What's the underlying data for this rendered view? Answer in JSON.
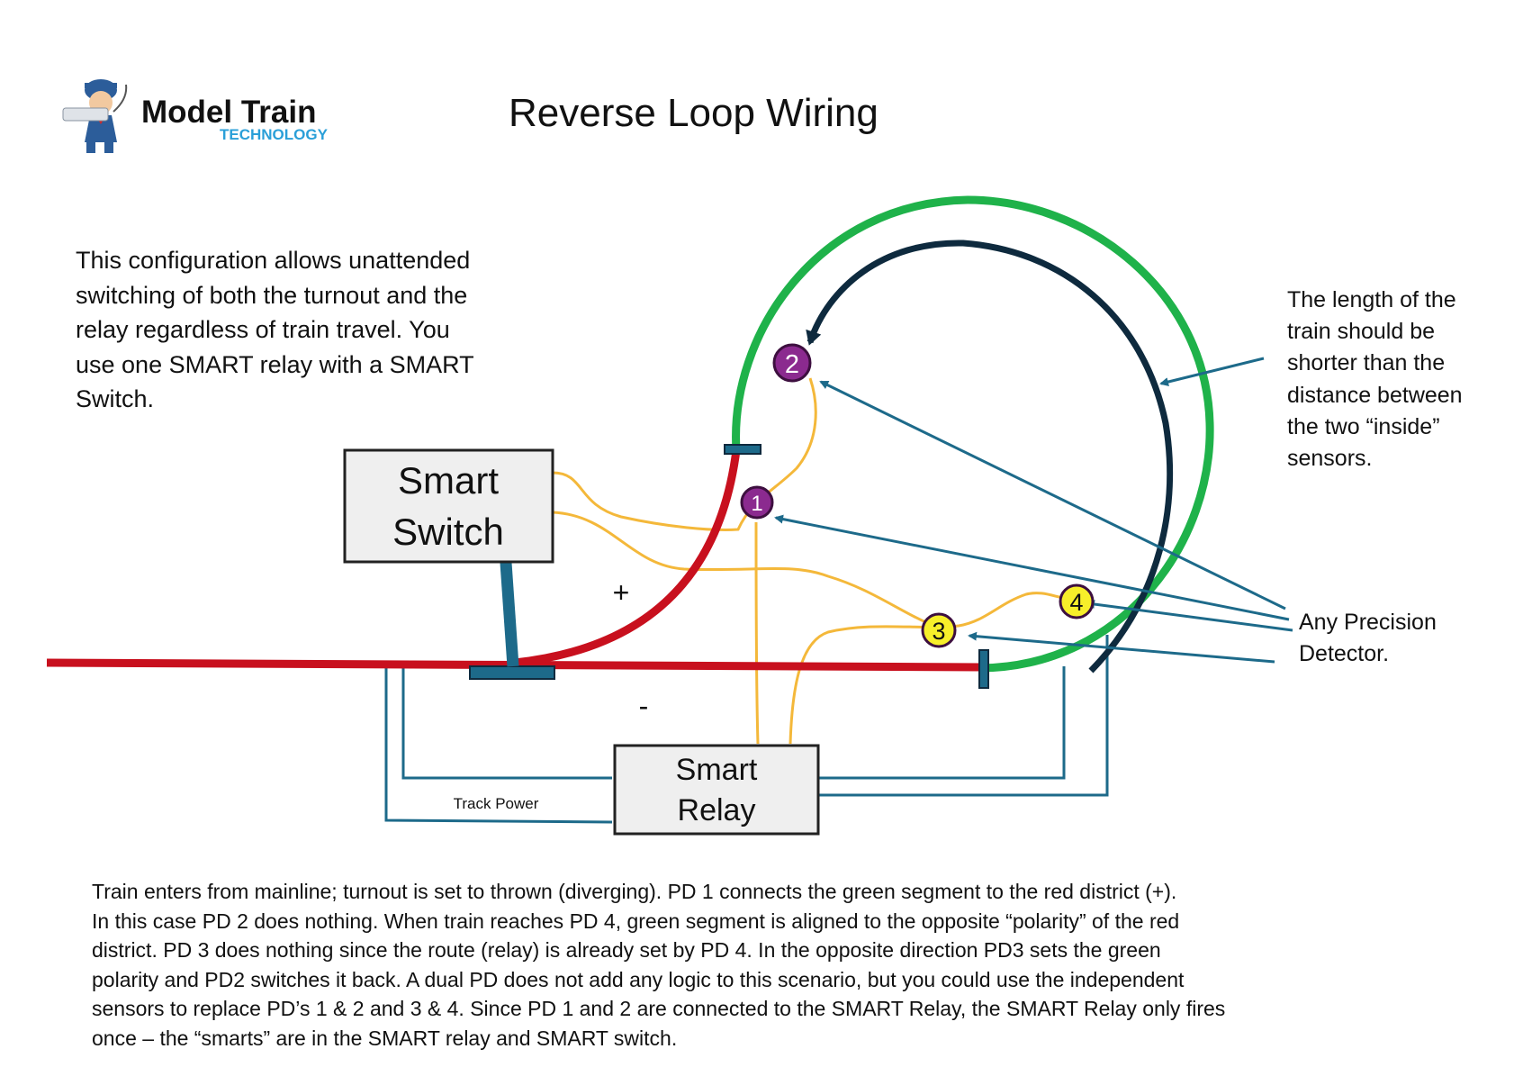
{
  "logo": {
    "line1": "Model Train",
    "line2": "TECHNOLOGY"
  },
  "title": "Reverse Loop Wiring",
  "intro": [
    "This configuration allows unattended",
    "switching of both the turnout and the",
    "relay regardless of train travel.  You",
    "use one SMART relay with a SMART",
    "Switch."
  ],
  "note": [
    "The length of the",
    "train should be",
    "shorter than the",
    "distance between",
    "the two “inside”",
    "sensors."
  ],
  "detector_label": [
    "Any Precision",
    "Detector."
  ],
  "smart_switch": [
    "Smart",
    "Switch"
  ],
  "smart_relay": [
    "Smart",
    "Relay"
  ],
  "plus": "+",
  "minus": "-",
  "track_power": "Track Power",
  "detectors": [
    {
      "label": "1",
      "color": "#8b2a8f"
    },
    {
      "label": "2",
      "color": "#8b2a8f"
    },
    {
      "label": "3",
      "color": "#f7ef2a"
    },
    {
      "label": "4",
      "color": "#f7ef2a"
    }
  ],
  "colors": {
    "red_district": "#c8101e",
    "green_segment": "#1fb24a",
    "wire_yellow": "#f4b83a",
    "wire_blue": "#1d6a8a",
    "train_arrow": "#0e2a3e",
    "logo_blue": "#2a9fd8"
  },
  "footer": [
    "Train enters from mainline; turnout is set to thrown (diverging). PD 1 connects the green segment to the red district (+).",
    "In this case PD 2 does nothing.  When train reaches PD 4, green segment is aligned to the opposite “polarity” of the red",
    "district. PD 3 does nothing since the route (relay) is already set by PD 4.  In the opposite direction PD3 sets the green",
    "polarity and PD2 switches it back.  A dual PD does not add any logic to this scenario, but you could use the independent",
    "sensors to replace PD’s 1 & 2 and 3 & 4.  Since PD 1 and 2 are connected to the SMART Relay, the SMART Relay only fires",
    "once – the “smarts” are in the SMART relay and SMART switch."
  ]
}
